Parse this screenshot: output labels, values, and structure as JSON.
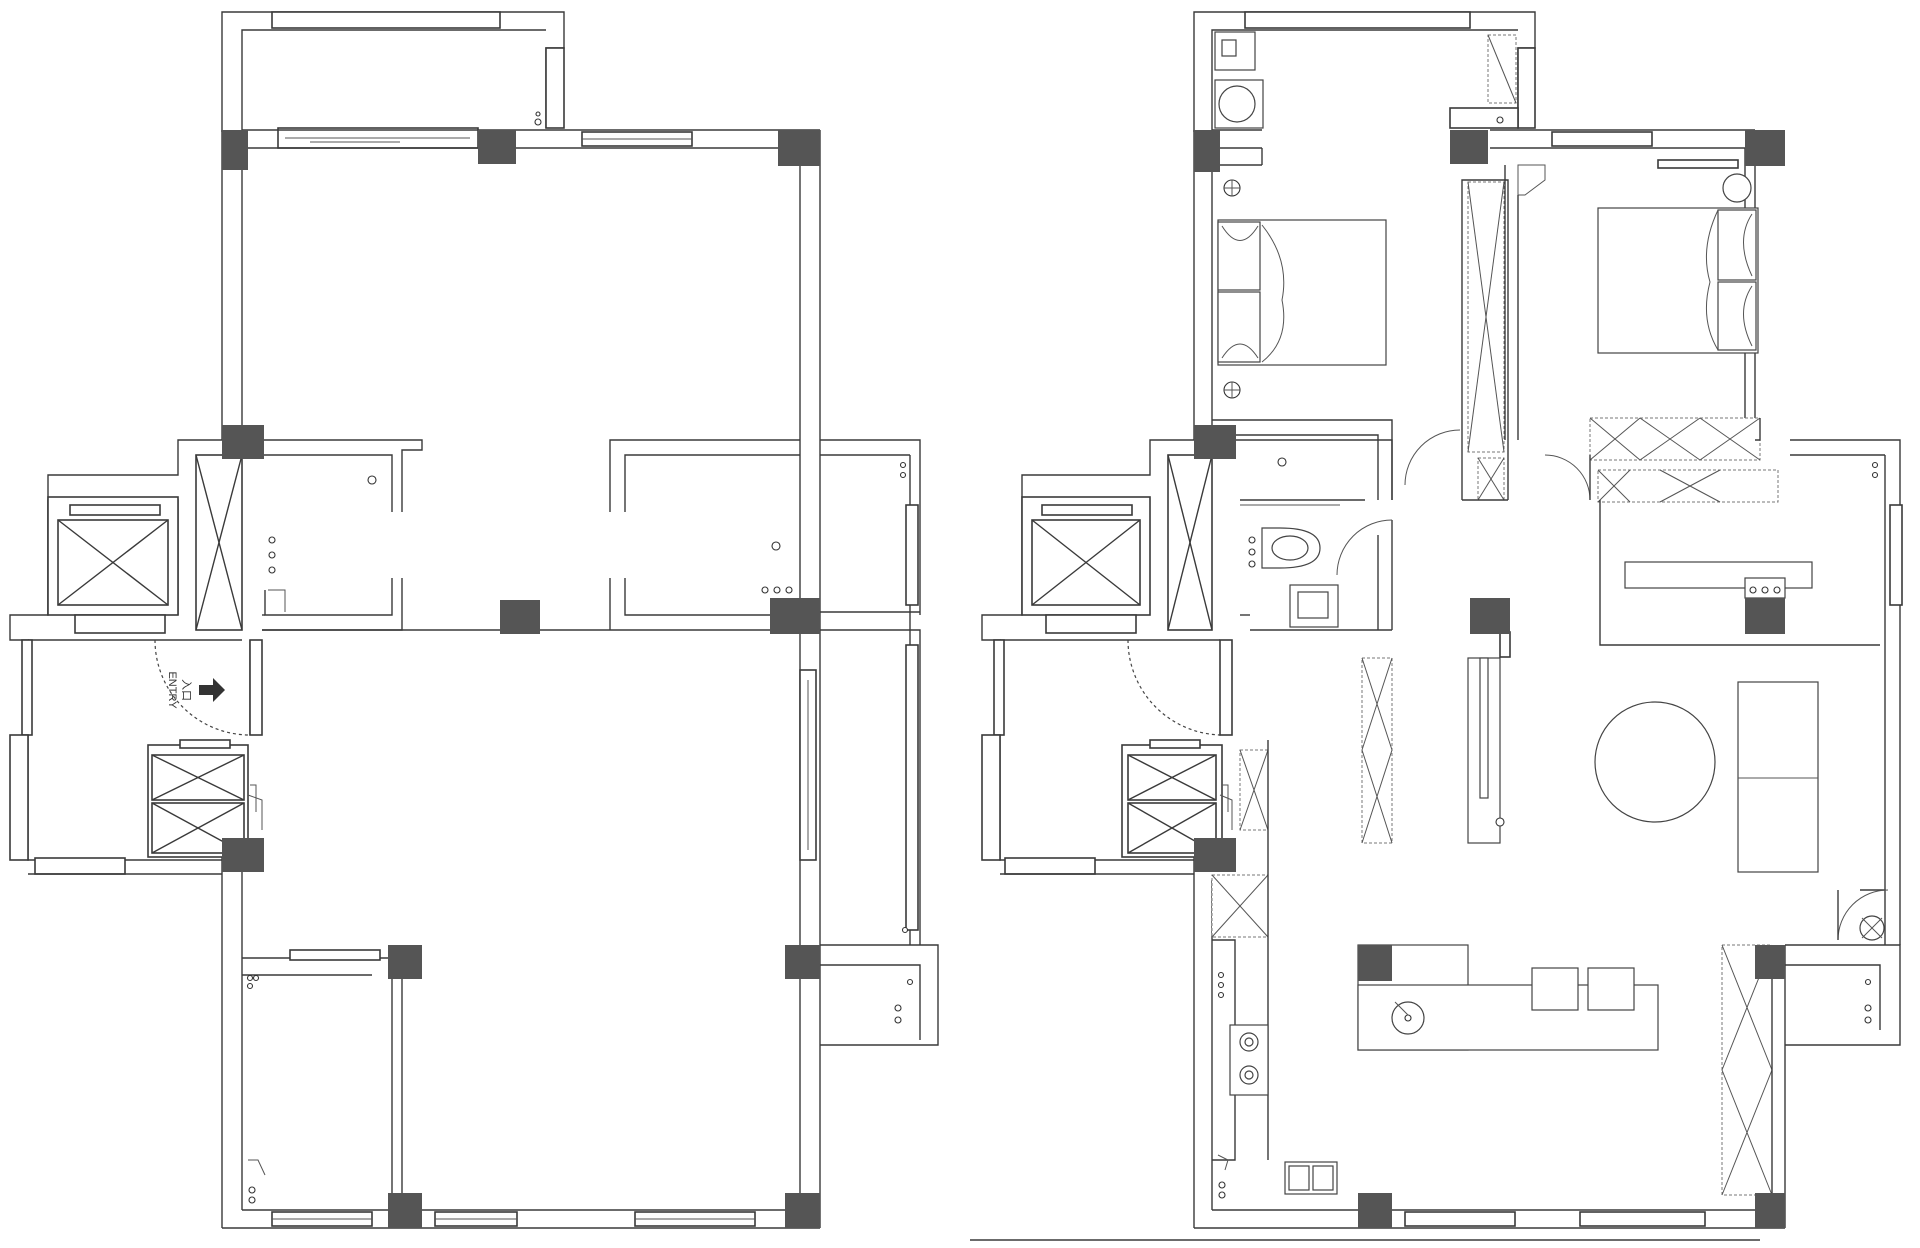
{
  "plans": [
    {
      "id": "original",
      "entry_label": "入口",
      "entry_sublabel": "ENTRY"
    },
    {
      "id": "furnished"
    }
  ],
  "colors": {
    "wall": "#3a3a3a",
    "column": "#555555",
    "background": "#ffffff"
  }
}
